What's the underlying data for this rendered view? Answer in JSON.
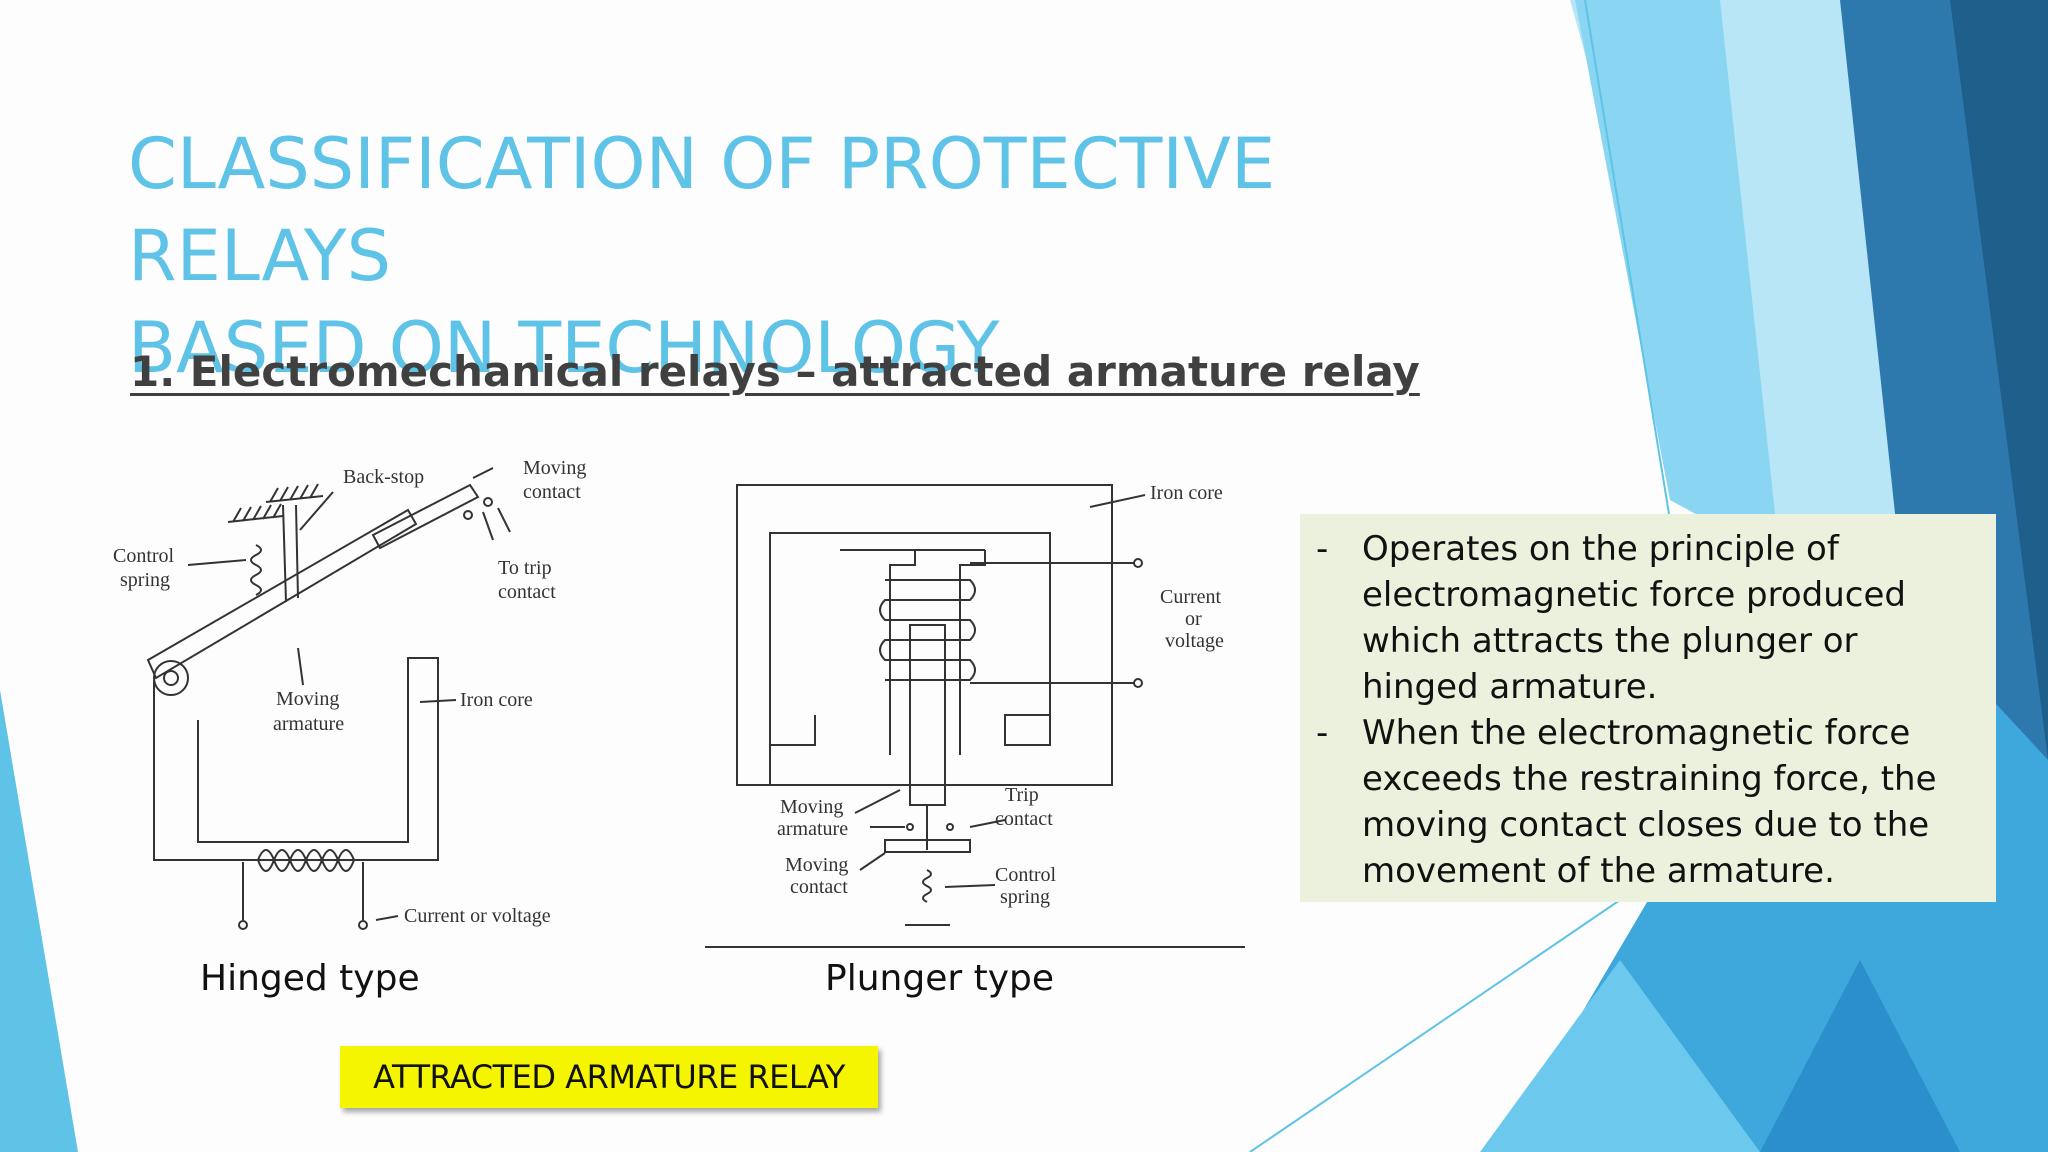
{
  "slide": {
    "title_line1": "CLASSIFICATION OF PROTECTIVE RELAYS",
    "title_line2": "BASED ON TECHNOLOGY",
    "subtitle": "1. Electromechanical relays – attracted armature relay"
  },
  "hinged_diagram": {
    "caption": "Hinged type",
    "labels": {
      "back_stop": "Back-stop",
      "moving_contact_1": "Moving",
      "moving_contact_2": "contact",
      "to_trip_1": "To trip",
      "to_trip_2": "contact",
      "control_spring_1": "Control",
      "control_spring_2": "spring",
      "moving_armature_1": "Moving",
      "moving_armature_2": "armature",
      "iron_core": "Iron core",
      "current_or_voltage": "Current or voltage"
    }
  },
  "plunger_diagram": {
    "caption": "Plunger type",
    "labels": {
      "iron_core": "Iron core",
      "current_1": "Current",
      "current_2": "or",
      "current_3": "voltage",
      "trip_1": "Trip",
      "trip_2": "contact",
      "moving_armature_1": "Moving",
      "moving_armature_2": "armature",
      "moving_contact_1": "Moving",
      "moving_contact_2": "contact",
      "control_spring_1": "Control",
      "control_spring_2": "spring"
    }
  },
  "info_box": {
    "bullet_marker": "-",
    "bullets": [
      {
        "lines": [
          "Operates on the principle of",
          "electromagnetic force produced",
          "which attracts the plunger or",
          "hinged armature."
        ]
      },
      {
        "lines": [
          "When the electromagnetic force",
          "exceeds the restraining force, the",
          "moving contact closes due to the",
          "movement of the armature."
        ]
      }
    ]
  },
  "badge": {
    "label": "ATTRACTED ARMATURE RELAY"
  },
  "colors": {
    "title": "#5ec3e6",
    "subtitle": "#404040",
    "info_box_bg": "#ebf1dd",
    "badge_bg": "#f5f500",
    "accent_dark": "#1f6a9a",
    "accent_light": "#7fd0ef"
  }
}
